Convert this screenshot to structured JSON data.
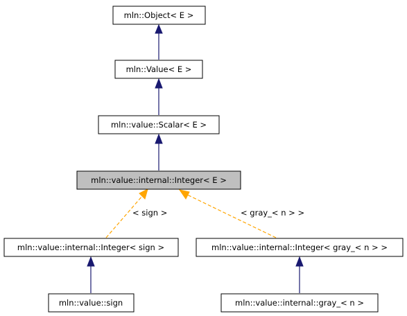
{
  "diagram": {
    "nodes": {
      "object": "mln::Object< E >",
      "value": "mln::Value< E >",
      "scalar": "mln::value::Scalar< E >",
      "integer": "mln::value::internal::Integer< E >",
      "integer_sign": "mln::value::internal::Integer< sign >",
      "integer_gray": "mln::value::internal::Integer< gray_< n > >",
      "sign": "mln::value::sign",
      "gray": "mln::value::internal::gray_< n >"
    },
    "edge_labels": {
      "to_sign": "< sign >",
      "to_gray": "< gray_< n > >"
    },
    "colors": {
      "inheritance_edge": "#191970",
      "template_edge": "#ffa500",
      "current_node_fill": "#bfbfbf"
    }
  }
}
